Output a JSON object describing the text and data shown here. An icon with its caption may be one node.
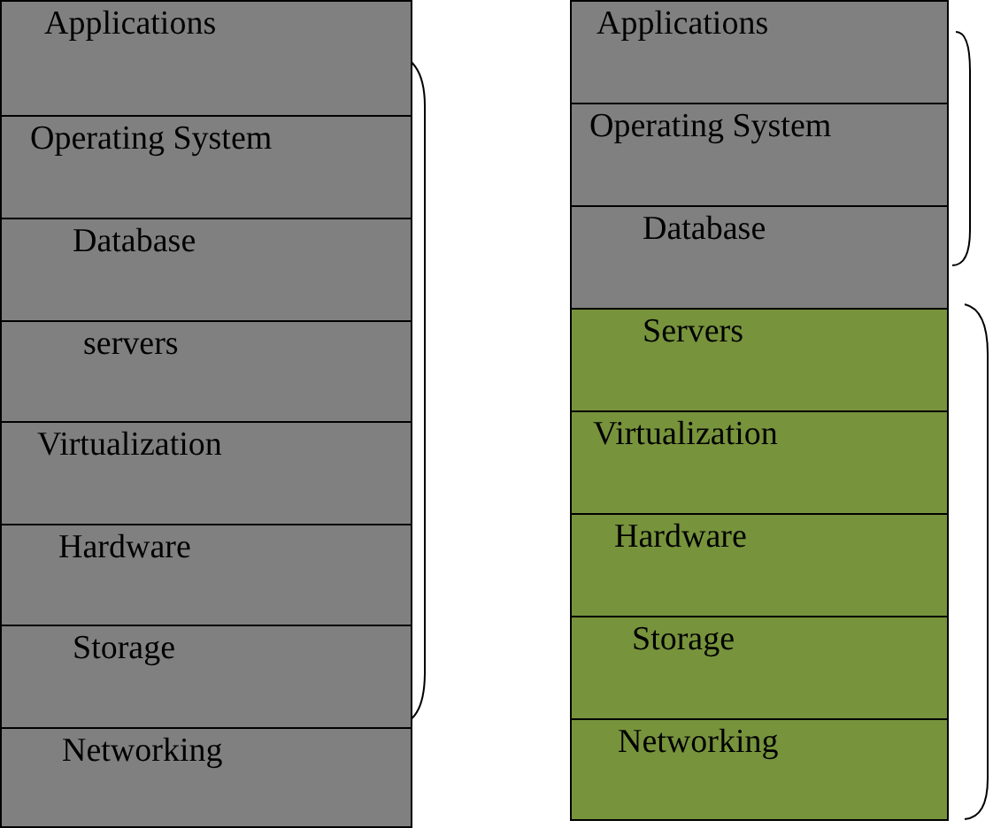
{
  "diagram": {
    "nodes": [
      {
        "text": [
          "Applications"
        ]
      },
      {
        "text": [
          "Operating System"
        ]
      },
      {
        "text": [
          "Database"
        ]
      },
      {
        "text": [
          "servers"
        ]
      },
      {
        "text": [
          "Virtualization"
        ]
      },
      {
        "text": [
          "Hardware"
        ]
      },
      {
        "text": [
          "Storage"
        ]
      },
      {
        "text": [
          "Networking"
        ]
      },
      {
        "text": [
          "Applications"
        ]
      },
      {
        "text": [
          "Operating System"
        ]
      },
      {
        "text": [
          "Database"
        ]
      },
      {
        "text": [
          "Servers"
        ]
      },
      {
        "text": [
          "Virtualization"
        ]
      },
      {
        "text": [
          "Hardware"
        ]
      },
      {
        "text": [
          "Storage"
        ]
      },
      {
        "text": [
          "Networking"
        ]
      }
    ]
  }
}
